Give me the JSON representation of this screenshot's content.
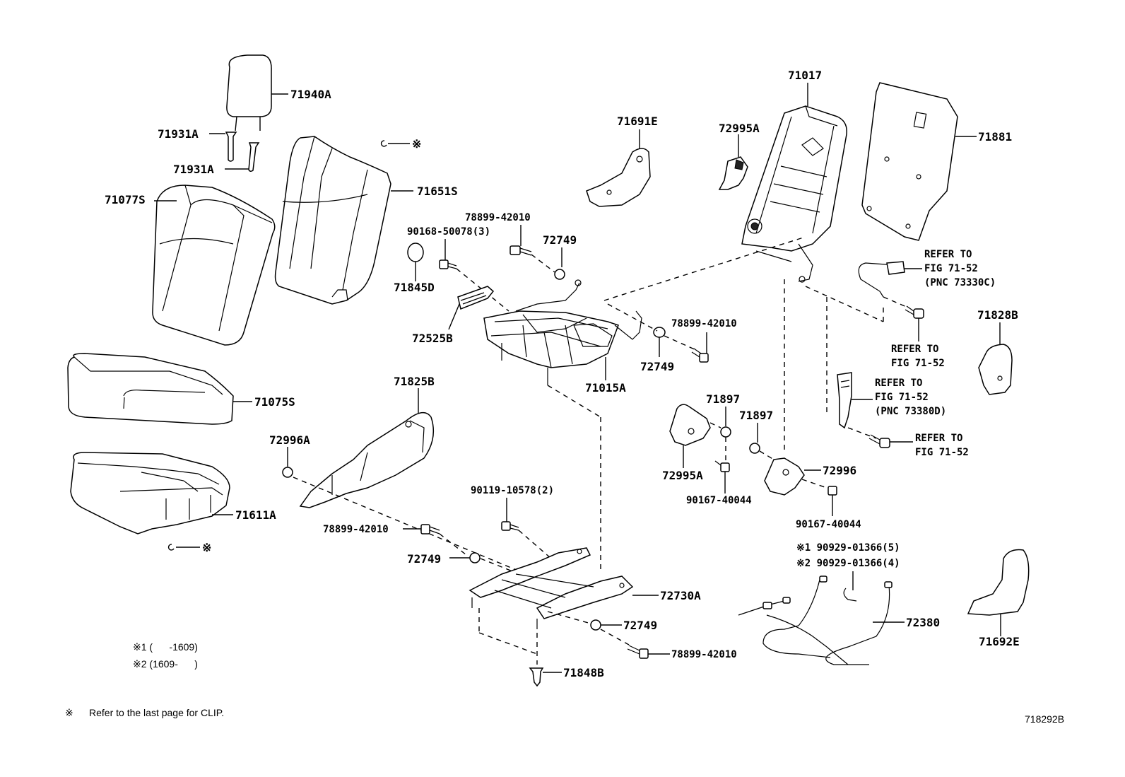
{
  "parts": {
    "p71940A": "71940A",
    "p71931A_1": "71931A",
    "p71931A_2": "71931A",
    "p71077S": "71077S",
    "p71651S": "71651S",
    "p71075S": "71075S",
    "p71611A": "71611A",
    "p71691E": "71691E",
    "p72995A_top": "72995A",
    "p71017": "71017",
    "p71881": "71881",
    "p78899_top": "78899-42010",
    "p90168": "90168-50078(3)",
    "p72749_a": "72749",
    "p71845D": "71845D",
    "p72525B": "72525B",
    "p78899_mid": "78899-42010",
    "p72749_b": "72749",
    "p71015A": "71015A",
    "p71825B": "71825B",
    "p72996A": "72996A",
    "p90119": "90119-10578(2)",
    "p78899_low": "78899-42010",
    "p72749_c": "72749",
    "p72730A": "72730A",
    "p72749_d": "72749",
    "p78899_bot": "78899-42010",
    "p71848B": "71848B",
    "p71897_a": "71897",
    "p71897_b": "71897",
    "p72995A_low": "72995A",
    "p72996": "72996",
    "p90167_a": "90167-40044",
    "p90167_b": "90167-40044",
    "p71828B": "71828B",
    "p72380": "72380",
    "p71692E": "71692E",
    "p90929_1": "※1 90929-01366(5)",
    "p90929_2": "※2 90929-01366(4)"
  },
  "refs": {
    "r1_l1": "REFER TO",
    "r1_l2": "FIG 71-52",
    "r1_l3": "(PNC 73330C)",
    "r2_l1": "REFER TO",
    "r2_l2": "FIG 71-52",
    "r3_l1": "REFER TO",
    "r3_l2": "FIG 71-52",
    "r3_l3": "(PNC 73380D)",
    "r4_l1": "REFER TO",
    "r4_l2": "FIG 71-52"
  },
  "clip_marks": {
    "m1": "※",
    "m2": "※"
  },
  "legend": {
    "line1": "※1 (      -1609)",
    "line2": "※2 (1609-      )"
  },
  "footnote": {
    "mark": "※",
    "text": "Refer to the last page for CLIP."
  },
  "figure_id": "718292B"
}
